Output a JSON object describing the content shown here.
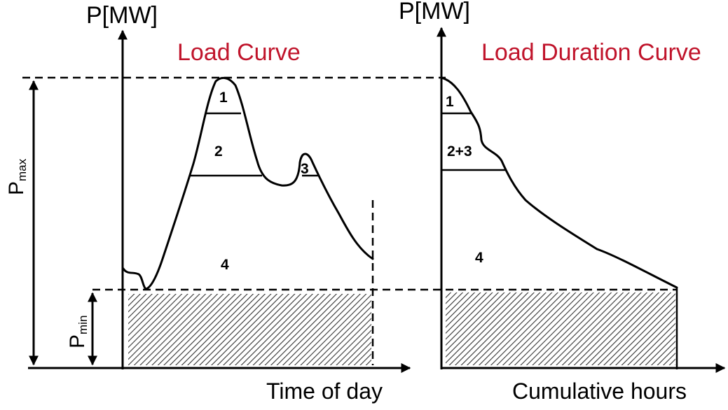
{
  "colors": {
    "title_red": "#c0142b",
    "ink": "#000000"
  },
  "left_panel": {
    "title": "Load Curve",
    "y_axis_label": "P[MW]",
    "x_axis_label": "Time of day",
    "regions": {
      "r1": "1",
      "r2": "2",
      "r3": "3",
      "r4": "4"
    }
  },
  "right_panel": {
    "title": "Load Duration Curve",
    "y_axis_label": "P[MW]",
    "x_axis_label": "Cumulative hours",
    "regions": {
      "r1": "1",
      "r23": "2+3",
      "r4": "4"
    }
  },
  "annotations": {
    "pmax_base": "P",
    "pmax_sub": "max",
    "pmin_base": "P",
    "pmin_sub": "min"
  }
}
